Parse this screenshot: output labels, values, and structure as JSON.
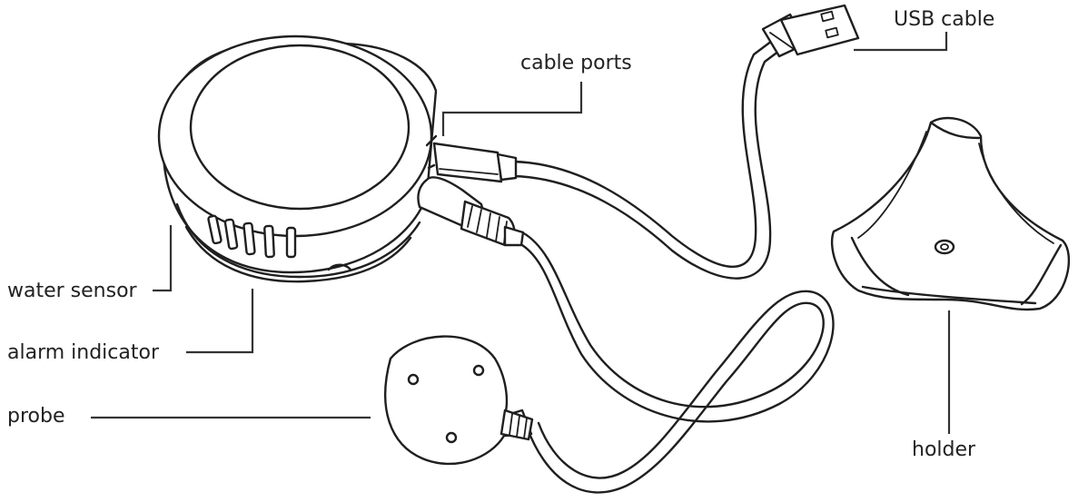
{
  "labels": {
    "usb_cable": "USB cable",
    "cable_ports": "cable ports",
    "water_sensor": "water sensor",
    "alarm_indicator": "alarm indicator",
    "probe": "probe",
    "holder": "holder"
  },
  "colors": {
    "line": "#1f1f1f",
    "text": "#222222",
    "background": "#ffffff"
  }
}
